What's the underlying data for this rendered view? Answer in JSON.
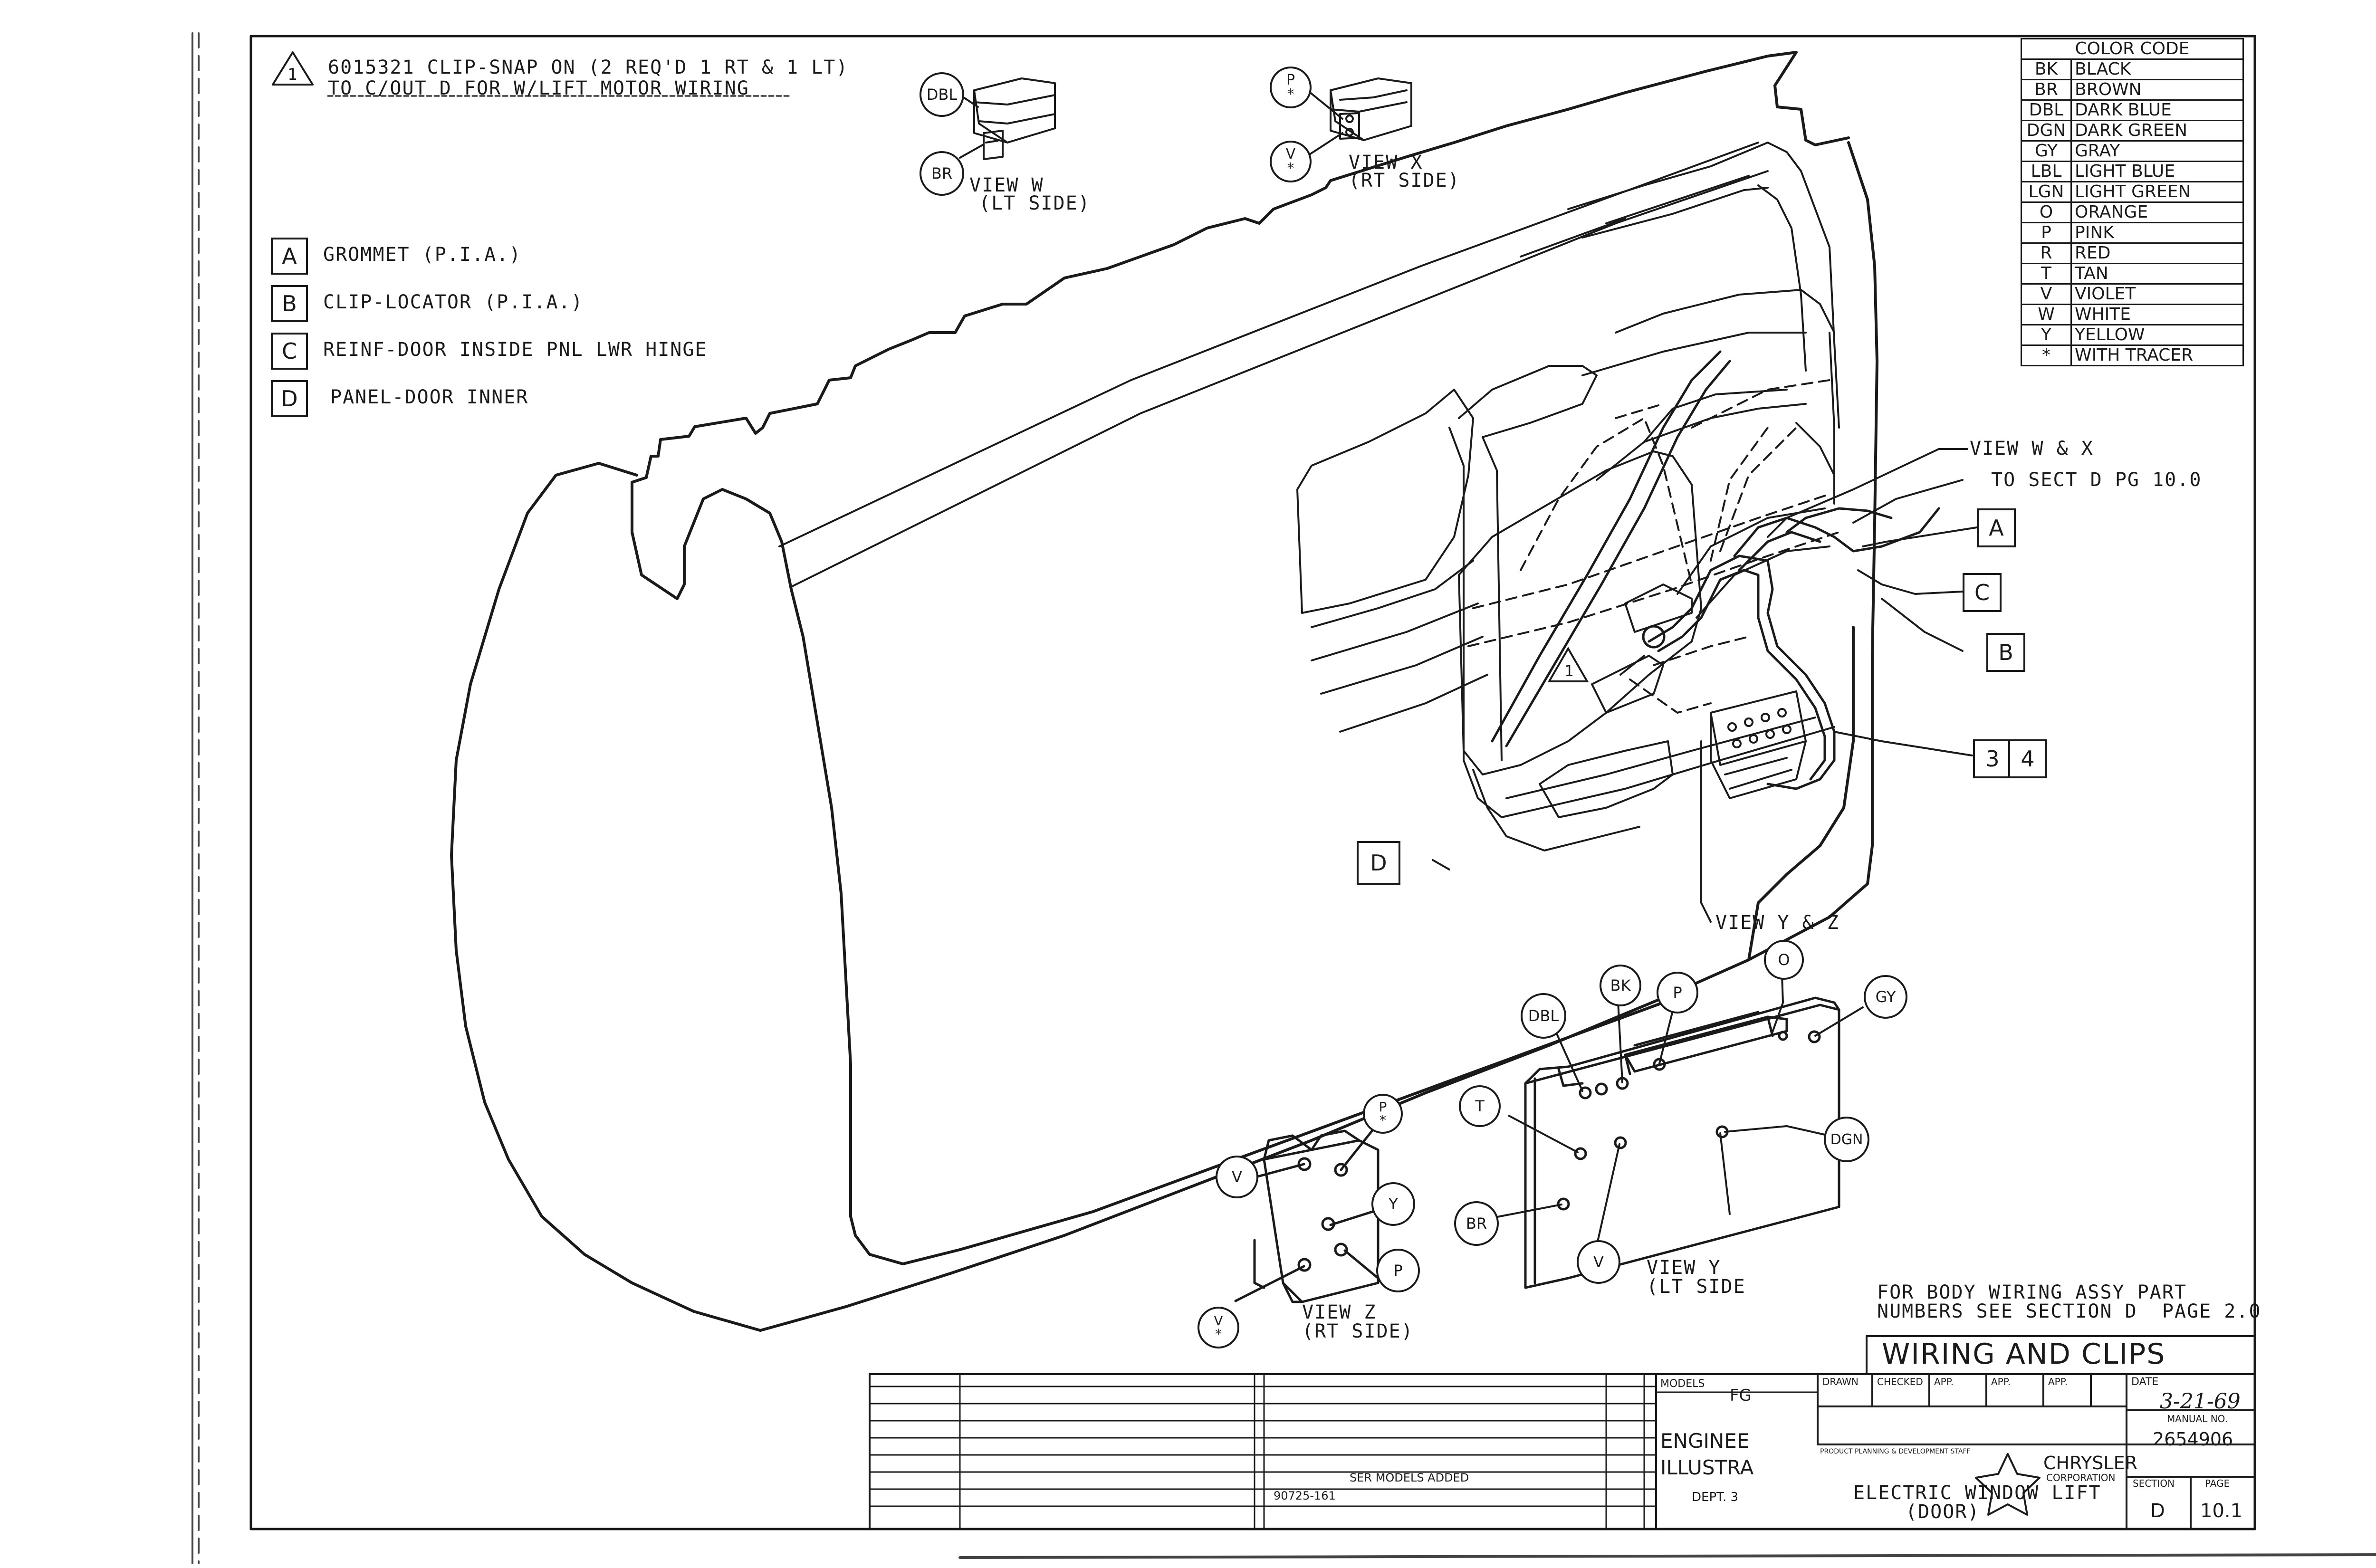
{
  "note_1": {
    "symbol": "1",
    "line1": "6015321 CLIP-SNAP ON (2 REQ'D 1 RT & 1 LT)",
    "line2": "TO C/OUT D FOR W/LIFT MOTOR WIRING"
  },
  "legend": [
    {
      "key": "A",
      "text": "GROMMET (P.I.A.)"
    },
    {
      "key": "B",
      "text": "CLIP-LOCATOR (P.I.A.)"
    },
    {
      "key": "C",
      "text": "REINF-DOOR INSIDE PNL LWR HINGE"
    },
    {
      "key": "D",
      "text": "PANEL-DOOR INNER"
    }
  ],
  "color_code": {
    "title": "COLOR CODE",
    "rows": [
      {
        "code": "BK",
        "name": "BLACK"
      },
      {
        "code": "BR",
        "name": "BROWN"
      },
      {
        "code": "DBL",
        "name": "DARK BLUE"
      },
      {
        "code": "DGN",
        "name": "DARK GREEN"
      },
      {
        "code": "GY",
        "name": "GRAY"
      },
      {
        "code": "LBL",
        "name": "LIGHT BLUE"
      },
      {
        "code": "LGN",
        "name": "LIGHT GREEN"
      },
      {
        "code": "O",
        "name": "ORANGE"
      },
      {
        "code": "P",
        "name": "PINK"
      },
      {
        "code": "R",
        "name": "RED"
      },
      {
        "code": "T",
        "name": "TAN"
      },
      {
        "code": "V",
        "name": "VIOLET"
      },
      {
        "code": "W",
        "name": "WHITE"
      },
      {
        "code": "Y",
        "name": "YELLOW"
      },
      {
        "code": "*",
        "name": "WITH TRACER"
      }
    ]
  },
  "views": {
    "w": {
      "line1": "VIEW W",
      "line2": "(LT SIDE)",
      "wires": [
        "DBL",
        "BR"
      ]
    },
    "x": {
      "line1": "VIEW X",
      "line2": "(RT SIDE)",
      "wires": [
        "P\n*",
        "V\n*"
      ]
    },
    "y": {
      "line1": "VIEW Y",
      "line2": "(LT SIDE",
      "wires": [
        "DBL",
        "BK",
        "P",
        "O",
        "GY",
        "T",
        "DGN",
        "BR",
        "V"
      ]
    },
    "z": {
      "line1": "VIEW Z",
      "line2": "(RT SIDE)",
      "wires": [
        "P\n*",
        "V",
        "Y",
        "P",
        "V\n*"
      ]
    }
  },
  "callouts": {
    "view_w_x": "VIEW W & X",
    "to_sect": "TO SECT D PG 10.0",
    "view_y_z": "VIEW Y & Z",
    "body_wiring_line1": "FOR BODY WIRING ASSY PART",
    "body_wiring_line2": "NUMBERS SEE SECTION D  PAGE 2.0",
    "ref_3": "3",
    "ref_4": "4",
    "ref_triangle": "1",
    "ref_A": "A",
    "ref_B": "B",
    "ref_C": "C",
    "ref_D": "D"
  },
  "title_block": {
    "title": "WIRING AND CLIPS",
    "models_label": "MODELS",
    "models_value": "FG",
    "engineering": "ENGINEE",
    "illustration": "ILLUSTRA",
    "dept": "DEPT. 3",
    "drawn": "DRAWN",
    "checked": "CHECKED",
    "app1": "APP.",
    "app2": "APP.",
    "app3": "APP.",
    "date_label": "DATE",
    "date_value": "3-21-69",
    "staff": "PRODUCT PLANNING & DEVELOPMENT STAFF",
    "company": "CHRYSLER",
    "corporation": "CORPORATION",
    "manual_label": "MANUAL NO.",
    "manual_value": "2654906",
    "section_label": "SECTION",
    "page_label": "PAGE",
    "section_value": "D",
    "page_value": "10.1",
    "description_line1": "ELECTRIC WINDOW LIFT",
    "description_line2": "(DOOR)",
    "revision_1": "SER MODELS ADDED",
    "revision_2": "90725-161"
  }
}
